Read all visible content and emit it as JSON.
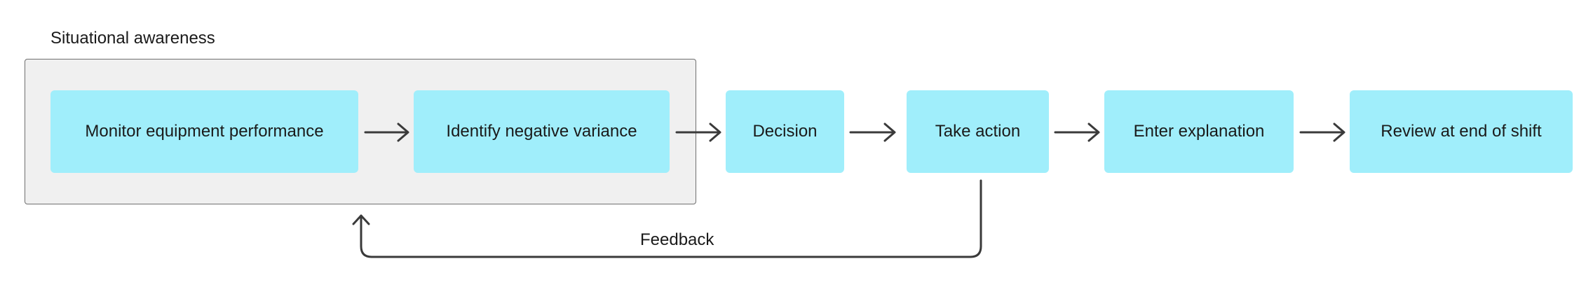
{
  "group": {
    "title": "Situational awareness"
  },
  "steps": [
    {
      "label": "Monitor equipment performance"
    },
    {
      "label": "Identify negative variance"
    },
    {
      "label": "Decision"
    },
    {
      "label": "Take action"
    },
    {
      "label": "Enter explanation"
    },
    {
      "label": "Review at end of shift"
    }
  ],
  "feedback": {
    "label": "Feedback"
  },
  "colors": {
    "step_fill": "#a0eefb",
    "group_fill": "#f0f0f0",
    "arrow": "#3a3a3a"
  }
}
